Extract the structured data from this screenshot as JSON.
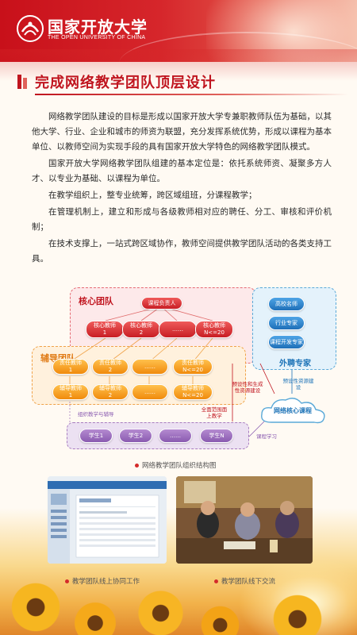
{
  "header": {
    "logo_cn": "国家开放大学",
    "logo_en": "THE OPEN UNIVERSITY OF CHINA"
  },
  "title": "完成网络教学团队顶层设计",
  "paragraphs": [
    "网络教学团队建设的目标是形成以国家开放大学专兼职教师队伍为基础，以其他大学、行业、企业和城市的师资为联盟，充分发挥系统优势，形成以课程为基本单位、以教师空间为实现手段的具有国家开放大学特色的网络教学团队模式。",
    "国家开放大学网络教学团队组建的基本定位是：依托系统师资、凝聚多方人才、以专业为基础、以课程为单位。",
    "在教学组织上，整专业统筹，跨区域组班，分课程教学；",
    "在管理机制上，建立和形成与各级教师相对应的聘任、分工、审核和评价机制；",
    "在技术支撑上，一站式跨区域协作，教师空间提供教学团队活动的各类支持工具。"
  ],
  "diagram": {
    "core_title": "核心团队",
    "core_leader": "课程负责人",
    "core_teachers": [
      {
        "line1": "核心教师",
        "line2": "1"
      },
      {
        "line1": "核心教师",
        "line2": "2"
      },
      {
        "line1": "……",
        "line2": ""
      },
      {
        "line1": "核心教师",
        "line2": "N<=20"
      }
    ],
    "aux_title": "辅导团队",
    "responsible_teachers": [
      {
        "line1": "责任教师",
        "line2": "1"
      },
      {
        "line1": "责任教师",
        "line2": "2"
      },
      {
        "line1": "……",
        "line2": ""
      },
      {
        "line1": "责任教师",
        "line2": "N<=20"
      }
    ],
    "tutor_teachers": [
      {
        "line1": "辅导教师",
        "line2": "1"
      },
      {
        "line1": "辅导教师",
        "line2": "2"
      },
      {
        "line1": "……",
        "line2": ""
      },
      {
        "line1": "辅导教师",
        "line2": "N<=20"
      }
    ],
    "external_title": "外聘专家",
    "external_items": [
      "高校名师",
      "行业专家",
      "课程开发专家"
    ],
    "students": [
      "学生1",
      "学生2",
      "……",
      "学生N"
    ],
    "cloud_label": "网络核心课程",
    "labels": {
      "organize": "组织教学与辅导",
      "course_study": "课程学习",
      "full_teaching": "全面范围面上教学",
      "preset_gen": "预设性和生成性资源建设",
      "preset": "预设性资源建设"
    },
    "caption": "网络教学团队组织结构图"
  },
  "photos": {
    "left_caption": "教学团队线上协同工作",
    "right_caption": "教学团队线下交流"
  },
  "colors": {
    "brand_red": "#c0151f",
    "orange": "#f08a0c",
    "blue": "#1e74b8",
    "purple": "#8a5bb0"
  }
}
